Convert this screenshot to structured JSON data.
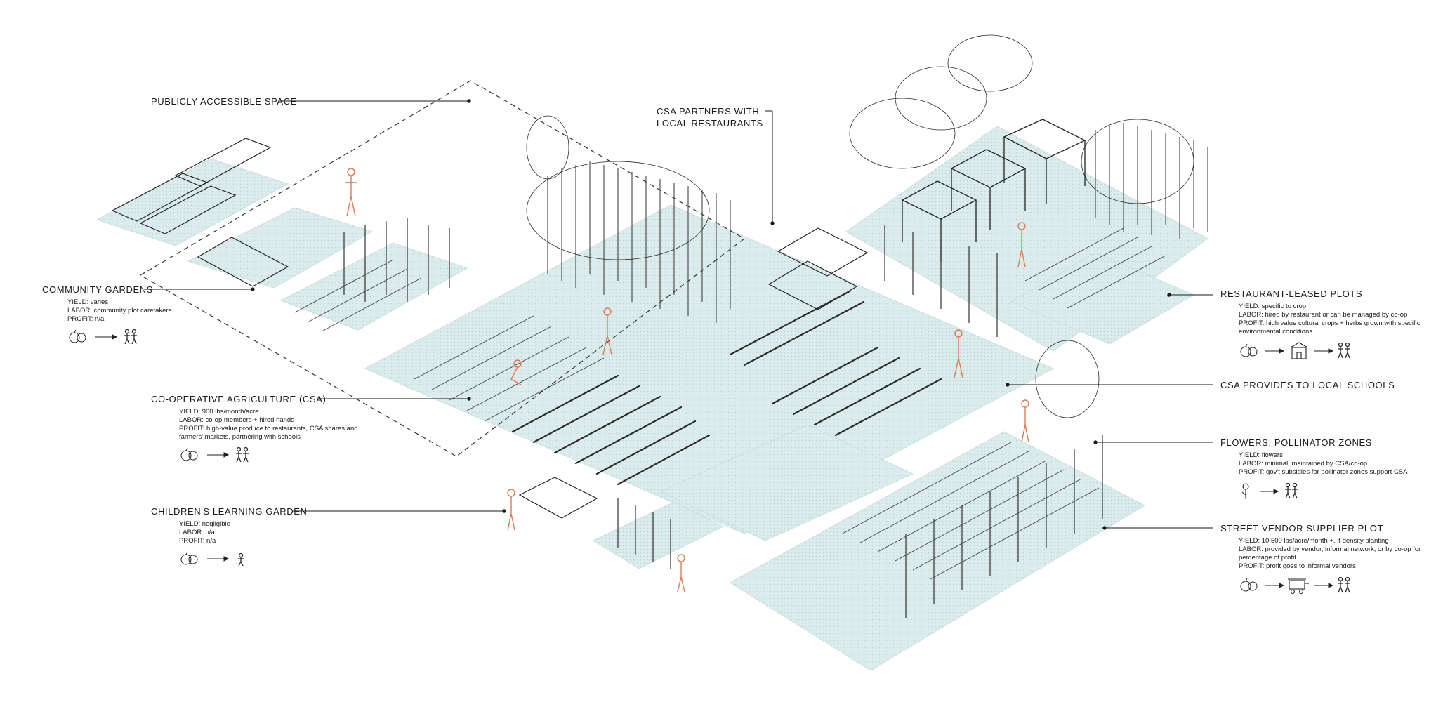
{
  "labels": {
    "public": {
      "title": "PUBLICLY ACCESSIBLE SPACE"
    },
    "csa_restaurants": {
      "line1": "CSA PARTNERS WITH",
      "line2": "LOCAL RESTAURANTS"
    },
    "community": {
      "title": "COMMUNITY GARDENS",
      "yield": "YIELD: varies",
      "labor": "LABOR: community plot caretakers",
      "profit": "PROFIT: n/a"
    },
    "coop": {
      "title": "CO-OPERATIVE AGRICULTURE (CSA)",
      "yield": "YIELD: 900 lbs/month/acre",
      "labor": "LABOR: co-op members + hired hands",
      "profit": "PROFIT: high-value produce to restaurants, CSA shares and farmers' markets, partnering with schools"
    },
    "children": {
      "title": "CHILDREN'S LEARNING GARDEN",
      "yield": "YIELD: negligible",
      "labor": "LABOR: n/a",
      "profit": "PROFIT: n/a"
    },
    "restaurant": {
      "title": "RESTAURANT-LEASED PLOTS",
      "yield": "YIELD: specific to crop",
      "labor": "LABOR: hired by restaurant or can be managed by co-op",
      "profit": "PROFIT: high value cultural crops + herbs grown with specific environmental conditions"
    },
    "schools": {
      "title": "CSA PROVIDES TO LOCAL SCHOOLS"
    },
    "flowers": {
      "title": "FLOWERS, POLLINATOR ZONES",
      "yield": "YIELD: flowers",
      "labor": "LABOR: minimal, maintained by CSA/co-op",
      "profit": "PROFIT: gov't subsidies for pollinator zones support CSA"
    },
    "vendor": {
      "title": "STREET VENDOR SUPPLIER PLOT",
      "yield": "YIELD: 10,500 lbs/acre/month +, if density planting",
      "labor": "LABOR: provided by vendor, informal network, or by co-op for percentage of profit",
      "profit": "PROFIT: profit goes to informal vendors"
    }
  },
  "colors": {
    "plot_fill": "#dcecec",
    "plot_dot": "#b9d6d6",
    "figure": "#e07a52",
    "ink": "#1a1a1a"
  },
  "icons": [
    "produce-icon",
    "arrow-right-icon",
    "people-icon",
    "child-icon",
    "restaurant-icon",
    "flower-icon",
    "vendor-cart-icon"
  ]
}
